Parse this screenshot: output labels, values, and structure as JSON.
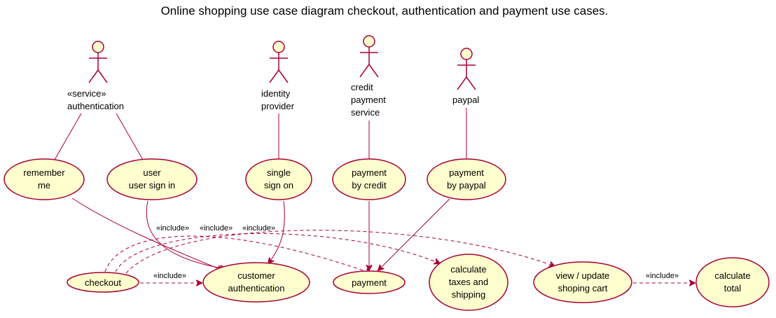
{
  "diagram": {
    "title": "Online shopping use case diagram checkout, authentication and payment use cases.",
    "actors": {
      "authentication": {
        "stereotype": "«service»",
        "name": "authentication"
      },
      "identity_provider": {
        "line1": "identity",
        "line2": "provider"
      },
      "credit_payment_service": {
        "line1": "credit",
        "line2": "payment",
        "line3": "service"
      },
      "paypal": {
        "name": "paypal"
      }
    },
    "use_cases": {
      "remember_me": {
        "line1": "remember",
        "line2": "me"
      },
      "user_sign_in": {
        "line1": "user",
        "line2": "user sign in"
      },
      "single_sign_on": {
        "line1": "single",
        "line2": "sign on"
      },
      "payment_by_credit": {
        "line1": "payment",
        "line2": "by credit"
      },
      "payment_by_paypal": {
        "line1": "payment",
        "line2": "by paypal"
      },
      "checkout": {
        "label": "checkout"
      },
      "customer_authentication": {
        "line1": "customer",
        "line2": "authentication"
      },
      "payment": {
        "label": "payment"
      },
      "calculate_taxes": {
        "line1": "calculate",
        "line2": "taxes and",
        "line3": "shipping"
      },
      "view_update_cart": {
        "line1": "view / update",
        "line2": "shoping cart"
      },
      "calculate_total": {
        "line1": "calculate",
        "line2": "total"
      }
    },
    "relations": {
      "include": "«include»"
    },
    "colors": {
      "usecase_fill": "#fefece",
      "line": "#a80036"
    }
  }
}
